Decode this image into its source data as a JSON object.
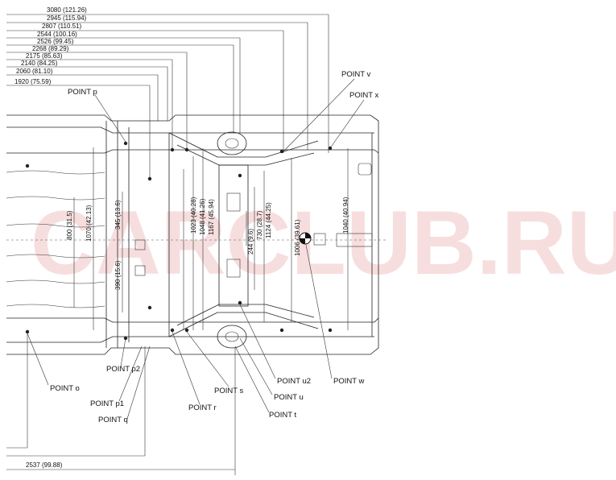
{
  "watermark": "CARCLUB.RU",
  "top_dimensions": [
    {
      "label": "3080 (121.26)"
    },
    {
      "label": "2945 (115.94)"
    },
    {
      "label": "2807 (110.51)"
    },
    {
      "label": "2544 (100.16)"
    },
    {
      "label": "2526 (99.45)"
    },
    {
      "label": "2268 (89.29)"
    },
    {
      "label": "2175 (85.63)"
    },
    {
      "label": "2140 (84.25)"
    },
    {
      "label": "2060 (81.10)"
    },
    {
      "label": "1920 (75.59)"
    }
  ],
  "bottom_dimension": "2537 (99.88)",
  "vertical_dimensions": [
    {
      "label": "800 (31.5)"
    },
    {
      "label": "1070 (42.13)"
    },
    {
      "label": "345 (13.6)"
    },
    {
      "label": "390 (15.6)"
    },
    {
      "label": "1023 (40.28)"
    },
    {
      "label": "1048 (41.26)"
    },
    {
      "label": "1167 (45.94)"
    },
    {
      "label": "244 (9.6)"
    },
    {
      "label": "730 (28.7)"
    },
    {
      "label": "1124 (44.25)"
    },
    {
      "label": "1006 (39.61)"
    },
    {
      "label": "1040 (40.94)"
    }
  ],
  "points": [
    {
      "label": "POINT p"
    },
    {
      "label": "POINT v"
    },
    {
      "label": "POINT x"
    },
    {
      "label": "POINT o"
    },
    {
      "label": "POINT p2"
    },
    {
      "label": "POINT p1"
    },
    {
      "label": "POINT q"
    },
    {
      "label": "POINT r"
    },
    {
      "label": "POINT s"
    },
    {
      "label": "POINT u2"
    },
    {
      "label": "POINT u"
    },
    {
      "label": "POINT t"
    },
    {
      "label": "POINT w"
    }
  ]
}
